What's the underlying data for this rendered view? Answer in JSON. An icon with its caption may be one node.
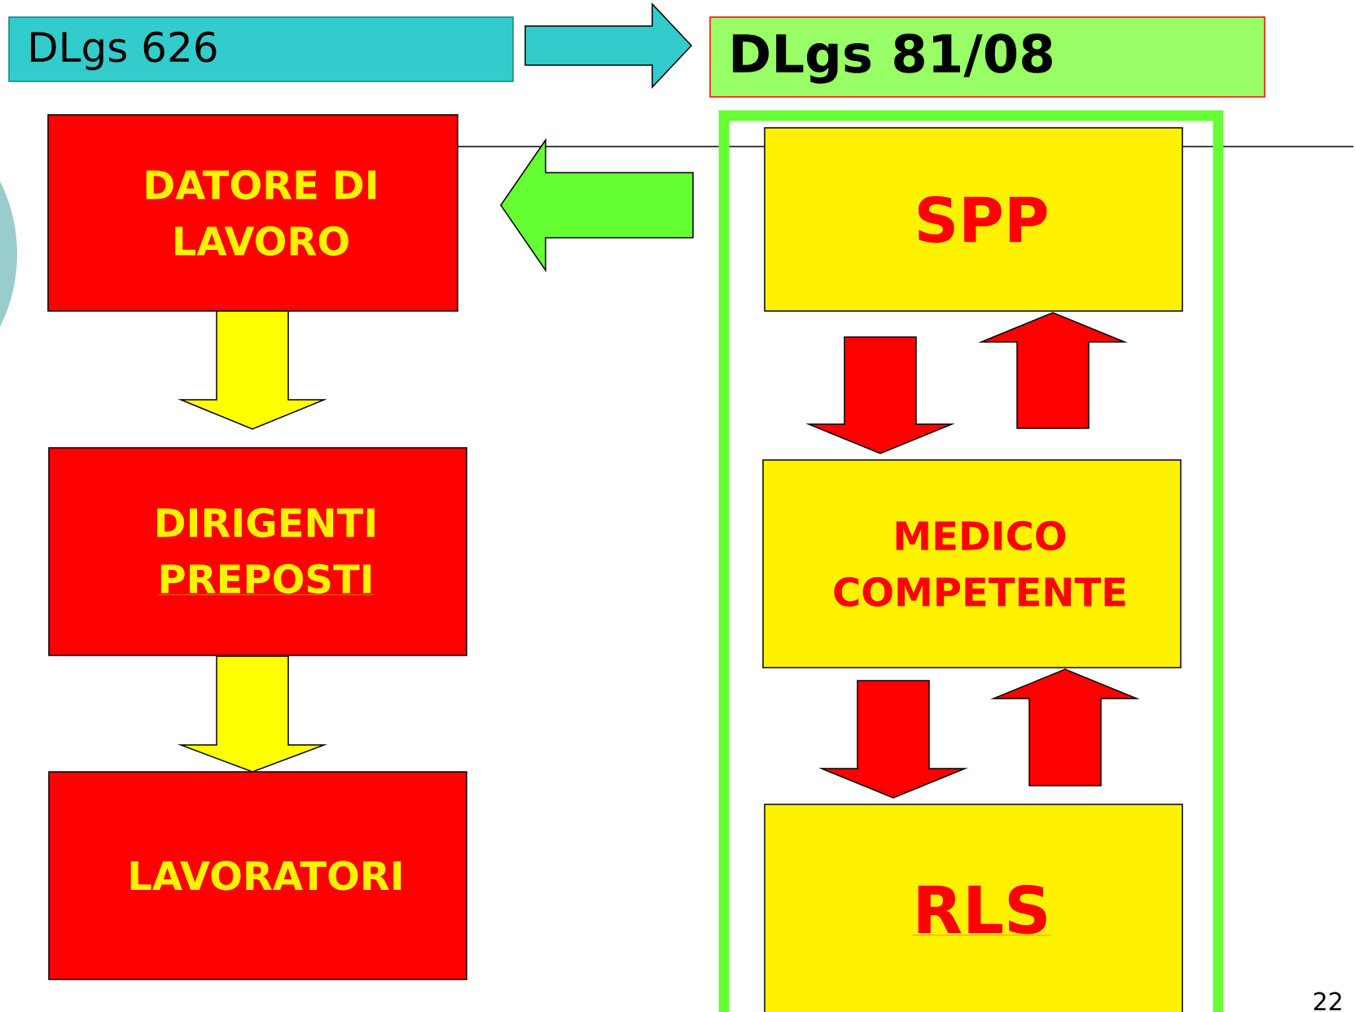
{
  "diagram": {
    "nodes": [
      {
        "text": [
          "DLgs 626"
        ]
      },
      {
        "text": [
          "DLgs 81/08"
        ]
      },
      {
        "text": [],
        "shape": "box"
      },
      {
        "text": [
          "DATORE DI LAVORO"
        ]
      },
      {
        "text": [
          "SPP"
        ],
        "in": 2
      },
      {
        "text": [
          "DIRIGENTI",
          "PREPOSTI"
        ]
      },
      {
        "text": [
          "MEDICO COMPETENTE"
        ],
        "in": 2
      },
      {
        "text": [
          "LAVORATORI"
        ]
      },
      {
        "text": [
          "RLS"
        ],
        "in": 2
      }
    ],
    "edges": [
      {
        "from": 0,
        "to": 1,
        "arrow": "to",
        "color": "#33cccc"
      },
      {
        "from": 2,
        "to": 3,
        "arrow": "to",
        "color": "#66ff33"
      },
      {
        "from": 3,
        "to": 5,
        "arrow": "to",
        "color": "#ffff00"
      },
      {
        "from": 5,
        "to": 7,
        "arrow": "to",
        "color": "#ffff00"
      },
      {
        "from": 4,
        "to": 6,
        "arrow": "to"
      },
      {
        "from": 6,
        "to": 4,
        "arrow": "to"
      },
      {
        "from": 6,
        "to": 8,
        "arrow": "to"
      },
      {
        "from": 8,
        "to": 6,
        "arrow": "to"
      }
    ],
    "labels": [
      "22"
    ]
  }
}
